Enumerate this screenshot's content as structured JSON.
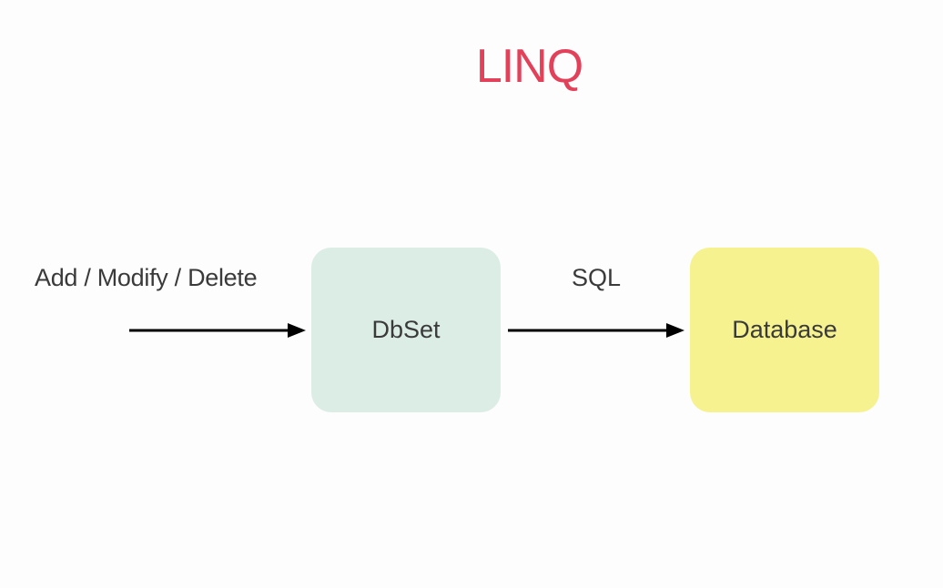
{
  "title": "LINQ",
  "input_label": "Add / Modify / Delete",
  "edge_label": "SQL",
  "nodes": [
    {
      "label": "DbSet"
    },
    {
      "label": "Database"
    }
  ],
  "colors": {
    "title": "#e3405a",
    "dbset_fill": "#dcede5",
    "database_fill": "#f5f28f",
    "arrow": "#000000",
    "text": "#3a3a3a"
  }
}
